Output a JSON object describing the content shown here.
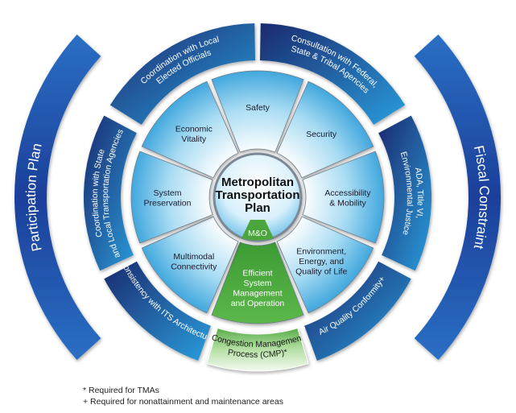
{
  "outer_arcs": [
    {
      "id": "participation-plan",
      "label": "Participation Plan"
    },
    {
      "id": "fiscal-constraint",
      "label": "Fiscal Constraint"
    }
  ],
  "ring": [
    {
      "id": "coordination-local",
      "lines": [
        "Coordination with Local",
        "Elected Officials"
      ]
    },
    {
      "id": "consultation-federal",
      "lines": [
        "Consultation with Federal,",
        "State & Tribal Agencies"
      ]
    },
    {
      "id": "ada-title-vi",
      "lines": [
        "ADA, Title VI,",
        "Environmental Justice"
      ]
    },
    {
      "id": "air-quality",
      "lines": [
        "Air Quality Conformity+"
      ]
    },
    {
      "id": "cmp",
      "lines": [
        "Congestion Management",
        "Process (CMP)*"
      ]
    },
    {
      "id": "its-architecture",
      "lines": [
        "Consistency with ITS Architecture"
      ]
    },
    {
      "id": "coordination-state",
      "lines": [
        "Coordination with State",
        "and Local Transportation Agencies"
      ]
    }
  ],
  "wedges": [
    {
      "id": "safety",
      "lines": [
        "Safety"
      ]
    },
    {
      "id": "security",
      "lines": [
        "Security"
      ]
    },
    {
      "id": "accessibility",
      "lines": [
        "Accessibility",
        "& Mobility"
      ]
    },
    {
      "id": "environment",
      "lines": [
        "Environment,",
        "Energy, and",
        "Quality of Life"
      ]
    },
    {
      "id": "efficient",
      "lines": [
        "Efficient",
        "System",
        "Management",
        "and Operation"
      ]
    },
    {
      "id": "multimodal",
      "lines": [
        "Multimodal",
        "Connectivity"
      ]
    },
    {
      "id": "system-preservation",
      "lines": [
        "System",
        "Preservation"
      ]
    },
    {
      "id": "economic-vitality",
      "lines": [
        "Economic",
        "Vitality"
      ]
    }
  ],
  "hub": {
    "lines": [
      "Metropolitan",
      "Transportation",
      "Plan"
    ],
    "mo_label": "M&O"
  },
  "notes": [
    "* Required for TMAs",
    "+ Required for nonattainment and maintenance areas"
  ],
  "colors": {
    "navy": "#1b2a6e",
    "blue": "#2a9ddc",
    "light": "#e6f5fc",
    "green": "#4aa63c",
    "light_green": "#c9e8bd"
  }
}
